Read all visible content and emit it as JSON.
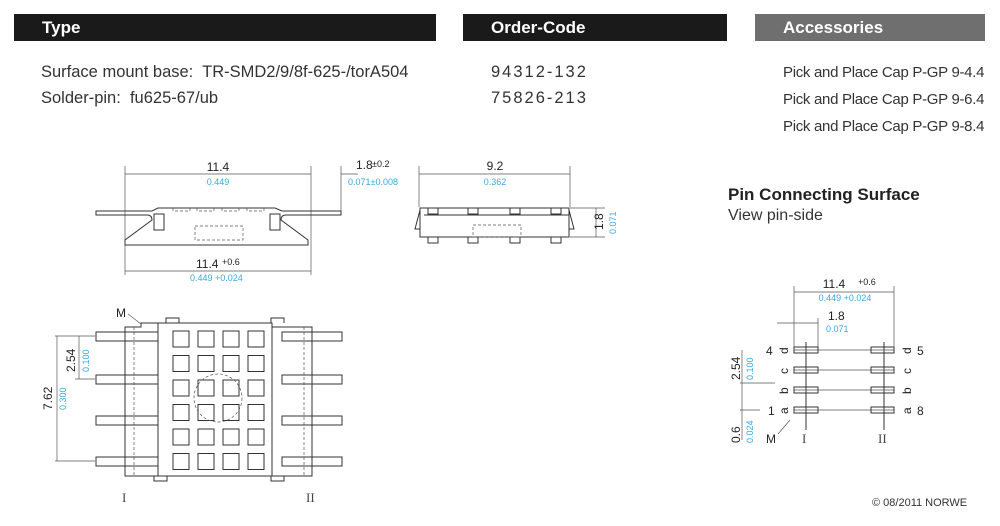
{
  "headers": {
    "type": "Type",
    "order_code": "Order-Code",
    "accessories": "Accessories"
  },
  "type_rows": [
    {
      "label": "Surface mount base:",
      "value": "TR-SMD2/9/8f-625-/torA504",
      "code": "94312-132"
    },
    {
      "label": "Solder-pin:",
      "value": "fu625-67/ub",
      "code": "75826-213"
    }
  ],
  "accessories": [
    "Pick and Place Cap P-GP 9-4.4",
    "Pick and Place Cap P-GP 9-6.4",
    "Pick and Place Cap P-GP 9-8.4"
  ],
  "pin_surface": {
    "title": "Pin Connecting Surface",
    "subtitle": "View pin-side"
  },
  "side_view": {
    "width": "11.4",
    "width_in": "0.449",
    "lead": "1.8",
    "lead_tol": "±0.2",
    "lead_in": "0.071±0.008",
    "span": "11.4",
    "span_tol": "+0.6",
    "span_in": "0.449 +0.024"
  },
  "end_view": {
    "width": "9.2",
    "width_in": "0.362",
    "height": "1.8",
    "height_in": "0.071"
  },
  "top_view": {
    "marker": "M",
    "pitch": "2.54",
    "pitch_in": "0.100",
    "row": "7.62",
    "row_in": "0.300",
    "side1": "I",
    "side2": "II"
  },
  "pin_view": {
    "span": "11.4",
    "span_tol": "+0.6",
    "span_in": "0.449 +0.024",
    "pad": "1.8",
    "pad_in": "0.071",
    "pitch": "2.54",
    "pitch_in": "0.100",
    "offset": "0.6",
    "offset_in": "0.024",
    "marker": "M",
    "side1": "I",
    "side2": "II",
    "pin_first": "1",
    "pin_4": "4",
    "pin_5": "5",
    "pin_8": "8",
    "letters": [
      "d",
      "c",
      "b",
      "a"
    ]
  },
  "colors": {
    "header": "#1a1a1a",
    "accessories_header": "#6f6f6f",
    "imperial": "#3aa8e0"
  },
  "copyright": "© 08/2011 NORWE"
}
